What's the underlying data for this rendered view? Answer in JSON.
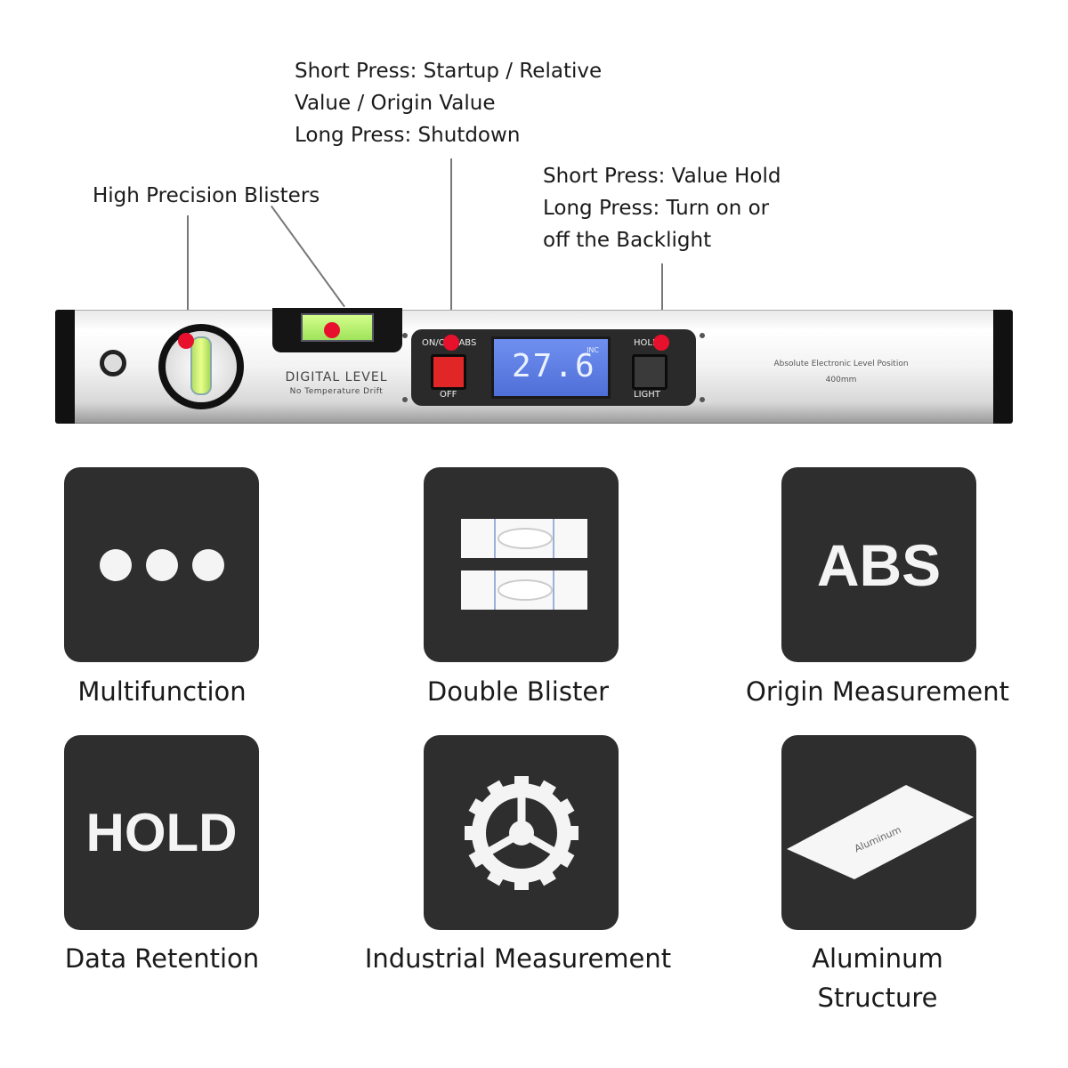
{
  "callouts": {
    "blisters": "High Precision Blisters",
    "power_lines": [
      "Short Press: Startup / Relative",
      "Value / Origin Value",
      "Long Press: Shutdown"
    ],
    "hold_lines": [
      "Short Press: Value Hold",
      "Long Press: Turn on or",
      "off the Backlight"
    ]
  },
  "level": {
    "brand": "DIGITAL LEVEL",
    "subtitle": "No Temperature Drift",
    "power_button_label": "ON/OFF/ABS",
    "power_button_sub": "OFF",
    "hold_button_label": "HOLD",
    "hold_button_sub": "LIGHT",
    "reading": "27.6",
    "unit": "INC",
    "note": "Absolute Electronic Level Position",
    "size": "400mm",
    "accent_color": "#e8112d"
  },
  "features": [
    {
      "icon": "dots-icon",
      "caption": "Multifunction"
    },
    {
      "icon": "double-blister-icon",
      "caption": "Double Blister"
    },
    {
      "icon": "abs-text-icon",
      "text": "ABS",
      "caption": "Origin Measurement"
    },
    {
      "icon": "hold-text-icon",
      "text": "HOLD",
      "caption": "Data Retention"
    },
    {
      "icon": "gear-icon",
      "caption": "Industrial Measurement"
    },
    {
      "icon": "aluminum-plate-icon",
      "plate_text": "Aluminum",
      "caption": "Aluminum Structure"
    }
  ]
}
